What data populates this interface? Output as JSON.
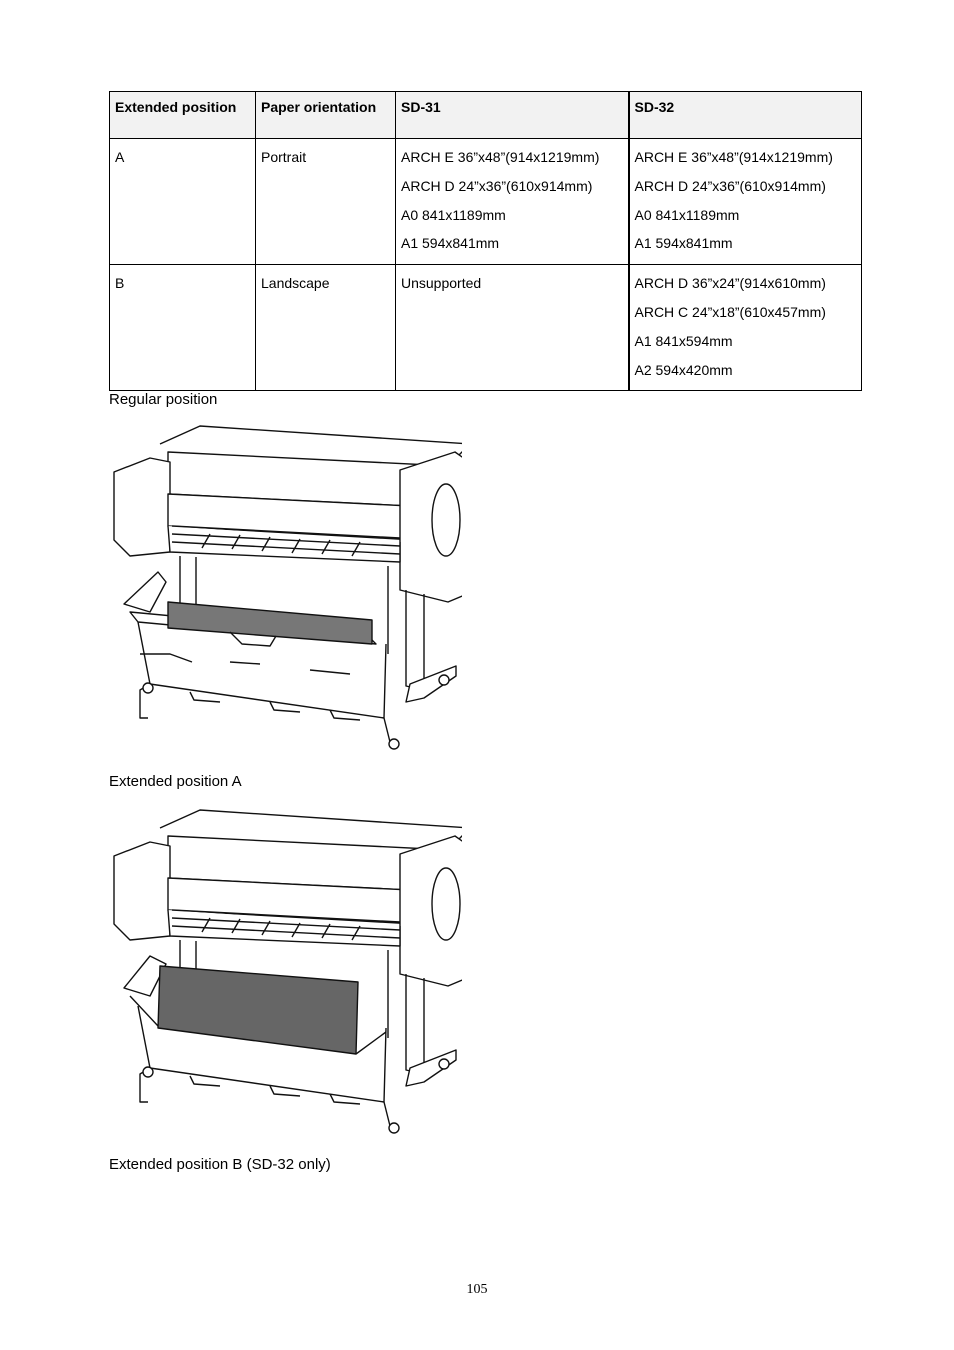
{
  "table": {
    "headers": [
      "Extended position",
      "Paper orientation",
      "SD-31",
      "SD-32"
    ],
    "rows": [
      {
        "position": "A",
        "orientation": "Portrait",
        "sd31": [
          "ARCH E 36”x48”(914x1219mm)",
          "ARCH D 24”x36”(610x914mm)",
          "A0 841x1189mm",
          "A1 594x841mm"
        ],
        "sd32": [
          "ARCH E 36”x48”(914x1219mm)",
          "ARCH D 24”x36”(610x914mm)",
          "A0 841x1189mm",
          "A1 594x841mm"
        ]
      },
      {
        "position": "B",
        "orientation": "Landscape",
        "sd31": [
          "Unsupported"
        ],
        "sd32": [
          "ARCH D 36”x24”(914x610mm)",
          "ARCH C 24”x18”(610x457mm)",
          "A1 841x594mm",
          "A2 594x420mm"
        ]
      }
    ]
  },
  "captions": {
    "regular": "Regular position",
    "extended_a": "Extended position A",
    "extended_b": "Extended position B (SD-32 only)"
  },
  "page_number": "105"
}
